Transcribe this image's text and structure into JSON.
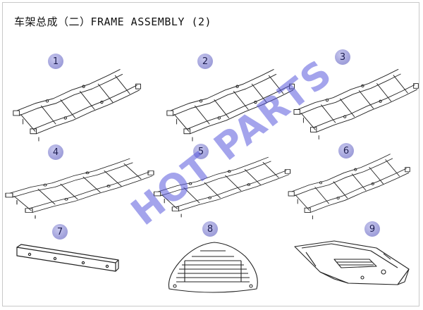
{
  "page": {
    "title": "车架总成（二）FRAME ASSEMBLY (2)",
    "watermark": "HOT PARTS"
  },
  "parts": [
    {
      "number": "1",
      "kind": "ladder-frame"
    },
    {
      "number": "2",
      "kind": "ladder-frame"
    },
    {
      "number": "3",
      "kind": "ladder-frame"
    },
    {
      "number": "4",
      "kind": "ladder-frame-long"
    },
    {
      "number": "5",
      "kind": "ladder-frame-long"
    },
    {
      "number": "6",
      "kind": "ladder-frame"
    },
    {
      "number": "7",
      "kind": "cross-member-bar"
    },
    {
      "number": "8",
      "kind": "louvered-vent-panel"
    },
    {
      "number": "9",
      "kind": "underbody-skid-plate"
    }
  ]
}
